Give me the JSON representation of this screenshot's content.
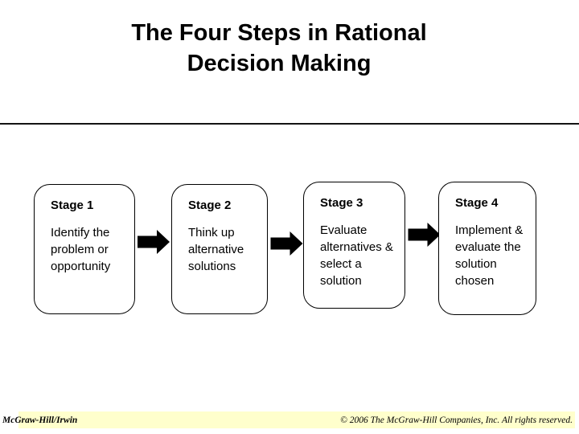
{
  "slide": {
    "title": "The Four Steps in Rational\nDecision Making",
    "stages": [
      {
        "label": "Stage 1",
        "description": "Identify the\nproblem or\nopportunity"
      },
      {
        "label": "Stage 2",
        "description": "Think up\nalternative\nsolutions"
      },
      {
        "label": "Stage 3",
        "description": "Evaluate\nalternatives &\nselect a\nsolution"
      },
      {
        "label": "Stage 4",
        "description": "Implement &\nevaluate the\nsolution\nchosen"
      }
    ],
    "icons": [
      {
        "name": "flow-arrow-icon",
        "meaning": "right-pointing block arrow between stages"
      }
    ],
    "footer": {
      "left": "McGraw-Hill/Irwin",
      "right": "© 2006 The McGraw-Hill Companies, Inc. All rights reserved.",
      "background": "#FFFFCC"
    },
    "colors": {
      "arrow": "#000000",
      "box_border": "#000000",
      "divider": "#141414",
      "text": "#000000"
    }
  }
}
